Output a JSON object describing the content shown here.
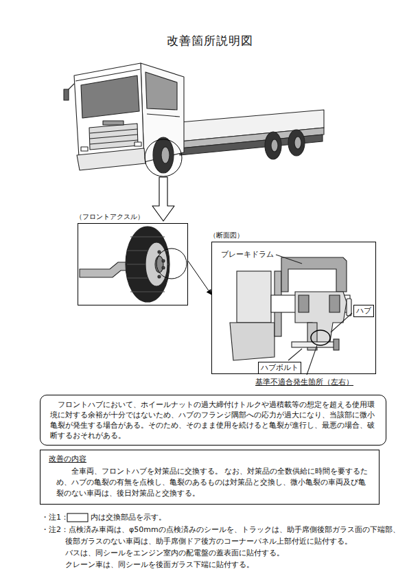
{
  "diagram": {
    "title": "改善箇所説明図",
    "nodes": [
      {
        "text": [
          "（フロントアクスル）"
        ]
      },
      {
        "text": [
          "（断面図）"
        ]
      },
      {
        "text": [
          "ハブ"
        ],
        "in": 1
      },
      {
        "text": [
          "ハブボルト"
        ],
        "in": 1
      },
      {
        "text": [
          "フロントハブにおいて、ホイールナットの過大締付けトルクや過積載等の想定を超える使用環境に対する余裕が十分ではないため、ハブのフランジ隅部への応力が過大になり、当該部に微小亀裂が発生する場合がある。そのため、そのまま使用を続けると亀裂が進行し、最悪の場合、破断するおそれがある。"
        ]
      },
      {
        "text": [
          "改善の内容",
          "全車両、フロントハブを対策品に交換する。 なお、対策品の全数供給に時間を要するため、ハブの亀裂の有無を点検し、亀裂のあるものは対策品と交換し、微小亀裂の車両及び亀裂のない車両は、後日対策品と交換する。"
        ]
      }
    ],
    "edges": [
      {
        "from": 0,
        "to": 1,
        "arrow": "to"
      }
    ],
    "labels": [
      "ブレーキドラム",
      "基準不適合発生箇所（左右）",
      "・注1：",
      "内は交換部品を示す。",
      "・注2：点検済み車両は、φ50mmの点検済みのシールを、トラックは、助手席側後部ガラス面の下端部、",
      "後部ガラスのない車両は、助手席側ドア後方のコーナーパネル上部付近に貼付する。",
      "バスは、同シールをエンジン室内の配電盤の蓋表面に貼付する。",
      "クレーン車は、同シールを後面ガラス下端に貼付する。"
    ]
  }
}
